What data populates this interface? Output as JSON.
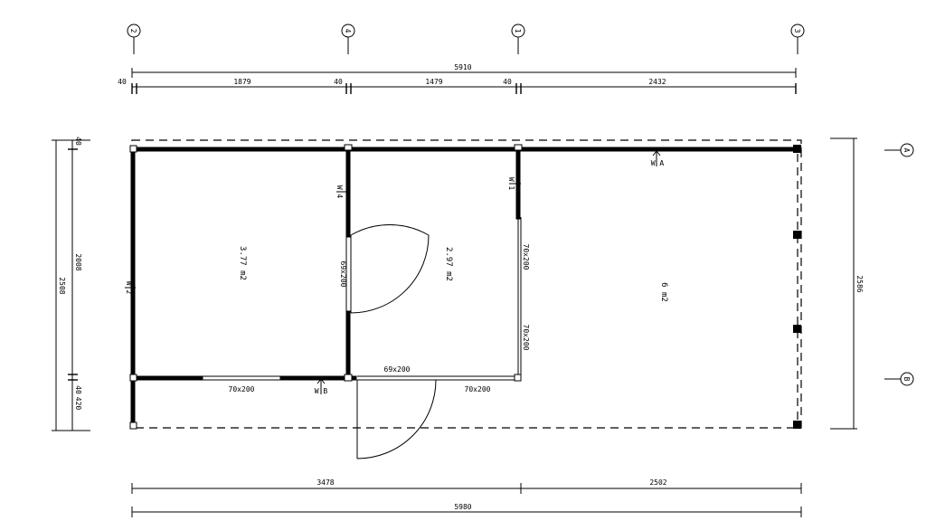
{
  "grid": {
    "top_markers": [
      "2",
      "4",
      "1",
      "3"
    ],
    "side_markers": [
      "A",
      "B"
    ]
  },
  "dims": {
    "top_overall": "5910",
    "top_segments": [
      "40",
      "1879",
      "40",
      "1479",
      "40",
      "2432"
    ],
    "left_outer": "2508",
    "left_inner": "2008",
    "left_top": "40",
    "left_bottom_a": "40",
    "left_bottom_b": "420",
    "right": "2586",
    "bottom_segments": [
      "3478",
      "2502"
    ],
    "bottom_overall": "5980"
  },
  "rooms": {
    "room1_area": "3.77 m2",
    "room2_area": "2.97 m2",
    "room3_area": "6 m2"
  },
  "openings": {
    "door_left_wall": "69x200",
    "door_bottom": "69x200",
    "window_bottom_left": "70x200",
    "window_bottom_right": "70x200",
    "window_right_upper": "70x200",
    "window_right_lower": "70x200"
  },
  "wall_tags": {
    "w_a": "W A",
    "w_1": "W 1",
    "w_4": "W 4",
    "w_2": "W 2",
    "w_b": "W B"
  }
}
